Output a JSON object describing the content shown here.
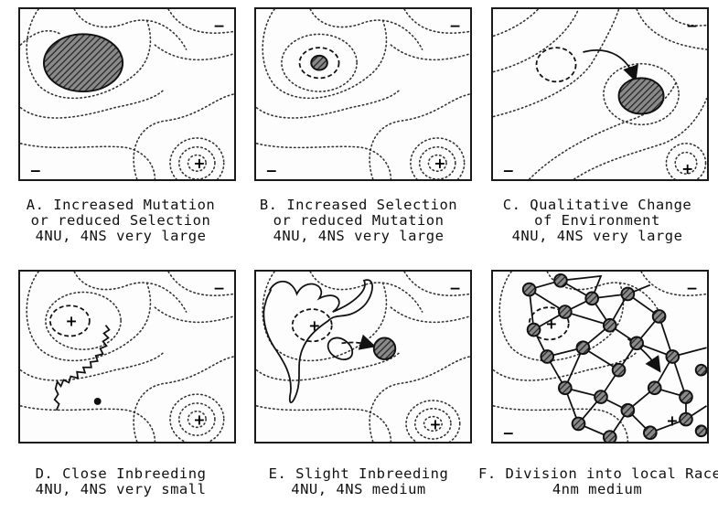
{
  "panels": [
    {
      "id": "A",
      "caption": [
        "A. Increased  Mutation",
        "or reduced Selection",
        "4NU, 4NS very large"
      ],
      "signs": {
        "plus": "+",
        "minus": "−"
      }
    },
    {
      "id": "B",
      "caption": [
        "B. Increased  Selection",
        "or reduced Mutation",
        "4NU, 4NS very large"
      ],
      "signs": {
        "plus": "+",
        "minus": "−"
      }
    },
    {
      "id": "C",
      "caption": [
        "C. Qualitative  Change",
        "of  Environment",
        "4NU, 4NS very large"
      ],
      "signs": {
        "plus": "+",
        "minus": "−"
      }
    },
    {
      "id": "D",
      "caption": [
        "D. Close  Inbreeding",
        "4NU, 4NS very small"
      ],
      "signs": {
        "plus": "+",
        "minus": "−"
      }
    },
    {
      "id": "E",
      "caption": [
        "E. Slight  Inbreeding",
        "4NU, 4NS medium"
      ],
      "signs": {
        "plus": "+",
        "minus": "−"
      }
    },
    {
      "id": "F",
      "caption": [
        "F. Division into local Races",
        "4nm  medium"
      ],
      "signs": {
        "plus": "+",
        "minus": "−"
      }
    }
  ]
}
